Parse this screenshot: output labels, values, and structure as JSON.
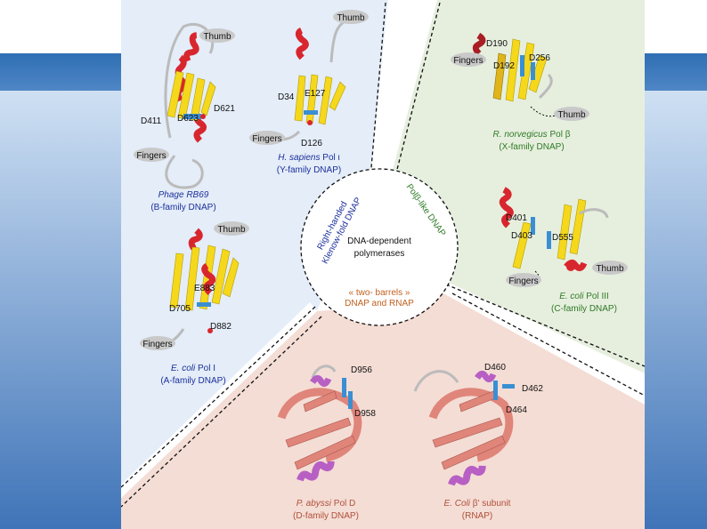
{
  "sectors": {
    "b_family": {
      "name": "Phage RB69",
      "family": "(B-family DNAP)",
      "residues": [
        "D411",
        "D623",
        "D621"
      ],
      "thumb": "Thumb",
      "fingers": "Fingers"
    },
    "y_family": {
      "name_italic": "H. sapiens",
      "name_rest": " Pol ι",
      "family": "(Y-family DNAP)",
      "residues": [
        "D34",
        "E127",
        "D126"
      ],
      "thumb": "Thumb",
      "fingers": "Fingers"
    },
    "a_family": {
      "name_italic": "E. coli",
      "name_rest": " Pol I",
      "family": "(A-family DNAP)",
      "residues": [
        "E883",
        "D705",
        "D882"
      ],
      "thumb": "Thumb",
      "fingers": "Fingers"
    },
    "x_family": {
      "name_italic": "R. norvegicus",
      "name_rest": " Pol β",
      "family": "(X-family DNAP)",
      "residues": [
        "D190",
        "D192",
        "D256"
      ],
      "thumb": "Thumb",
      "fingers": "Fingers"
    },
    "c_family": {
      "name_italic": "E. coli",
      "name_rest": " Pol III",
      "family": "(C-family DNAP)",
      "residues": [
        "D401",
        "D403",
        "D555"
      ],
      "thumb": "Thumb",
      "fingers": "Fingers"
    },
    "d_family": {
      "name_italic": "P. abyssi",
      "name_rest": " Pol D",
      "family": "(D-family DNAP)",
      "residues": [
        "D956",
        "D958"
      ]
    },
    "rnap": {
      "name_italic": "E. Coli",
      "name_rest": " β' subunit",
      "family": "(RNAP)",
      "residues": [
        "D460",
        "D462",
        "D464"
      ]
    }
  },
  "center": {
    "title_line1": "DNA-dependent",
    "title_line2": "polymerases",
    "left_arc_line1": "Right-handed",
    "left_arc_line2": "Klenow-fold DNAP",
    "right_arc": "Polβ-like DNAP",
    "bottom_line1": "« two- barrels »",
    "bottom_line2": "DNAP and RNAP"
  },
  "colors": {
    "blue_sector": "#e4edf8",
    "green_sector": "#e6efde",
    "pink_sector": "#f4ddd5",
    "blue_text": "#1c2f9c",
    "green_text": "#2f7a26",
    "orange_text": "#c2601f",
    "helix_red": "#d8262e",
    "strand_yellow": "#f5d81c",
    "salmon": "#e0857a",
    "magenta": "#b85fc4",
    "side_chain_blue": "#3a8fd3"
  }
}
